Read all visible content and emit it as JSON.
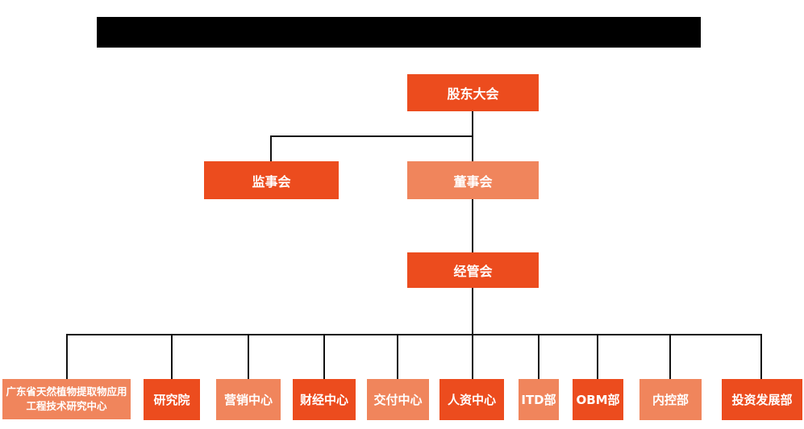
{
  "colors": {
    "primary_box": "#EC4C1E",
    "secondary_box": "#F0855C",
    "connector_line": "#111111",
    "redaction_bar": "#000000",
    "box_text": "#FFFFFF"
  },
  "org_chart": {
    "nodes": {
      "shareholders_meeting": {
        "label": "股东大会",
        "variant": "primary"
      },
      "supervisory_board": {
        "label": "监事会",
        "variant": "primary"
      },
      "board_of_directors": {
        "label": "董事会",
        "variant": "secondary"
      },
      "management_committee": {
        "label": "经管会",
        "variant": "primary"
      }
    },
    "departments": [
      {
        "label": "广东省天然植物提取物应用工程技术研究中心",
        "variant": "secondary"
      },
      {
        "label": "研究院",
        "variant": "primary"
      },
      {
        "label": "营销中心",
        "variant": "secondary"
      },
      {
        "label": "财经中心",
        "variant": "primary"
      },
      {
        "label": "交付中心",
        "variant": "secondary"
      },
      {
        "label": "人资中心",
        "variant": "primary"
      },
      {
        "label": "ITD部",
        "variant": "secondary"
      },
      {
        "label": "OBM部",
        "variant": "primary"
      },
      {
        "label": "内控部",
        "variant": "secondary"
      },
      {
        "label": "投资发展部",
        "variant": "primary"
      }
    ]
  }
}
